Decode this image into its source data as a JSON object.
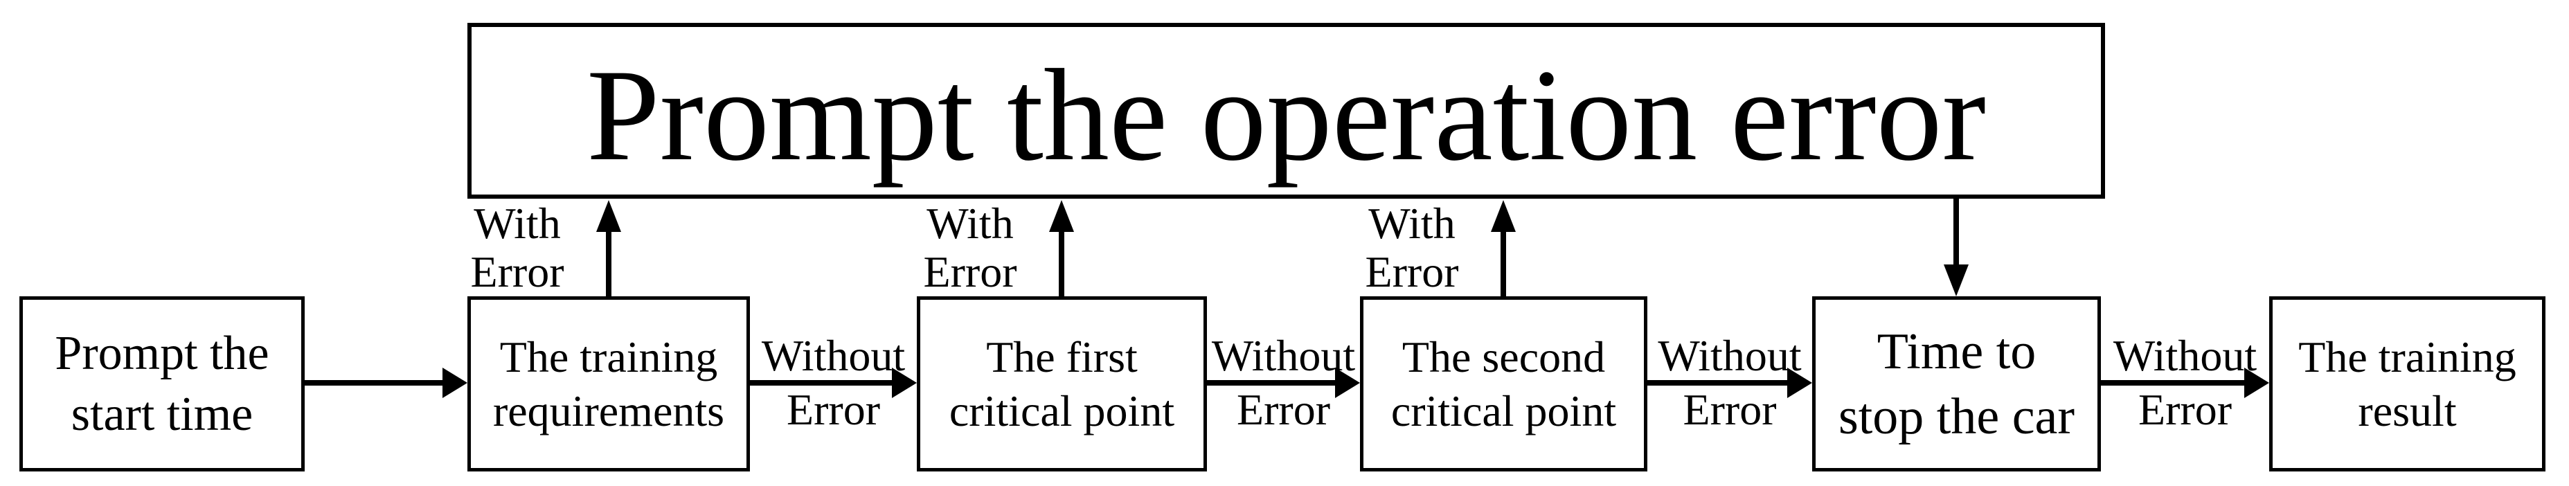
{
  "title_box": {
    "label": "Prompt the operation error"
  },
  "process_boxes": [
    {
      "name": "prompt-start-time",
      "line1": "Prompt the",
      "line2": "start time"
    },
    {
      "name": "training-requirements",
      "line1": "The training",
      "line2": "requirements"
    },
    {
      "name": "first-critical-point",
      "line1": "The first",
      "line2": "critical point"
    },
    {
      "name": "second-critical-point",
      "line1": "The second",
      "line2": "critical point"
    },
    {
      "name": "time-to-stop-car",
      "line1": "Time to",
      "line2": "stop the car"
    },
    {
      "name": "training-result",
      "line1": "The training",
      "line2": "result"
    }
  ],
  "edge_labels": {
    "with_error": {
      "line1": "With",
      "line2": "Error"
    },
    "without_error": {
      "line1": "Without",
      "line2": "Error"
    }
  },
  "colors": {
    "stroke": "#000000",
    "background": "#ffffff"
  }
}
